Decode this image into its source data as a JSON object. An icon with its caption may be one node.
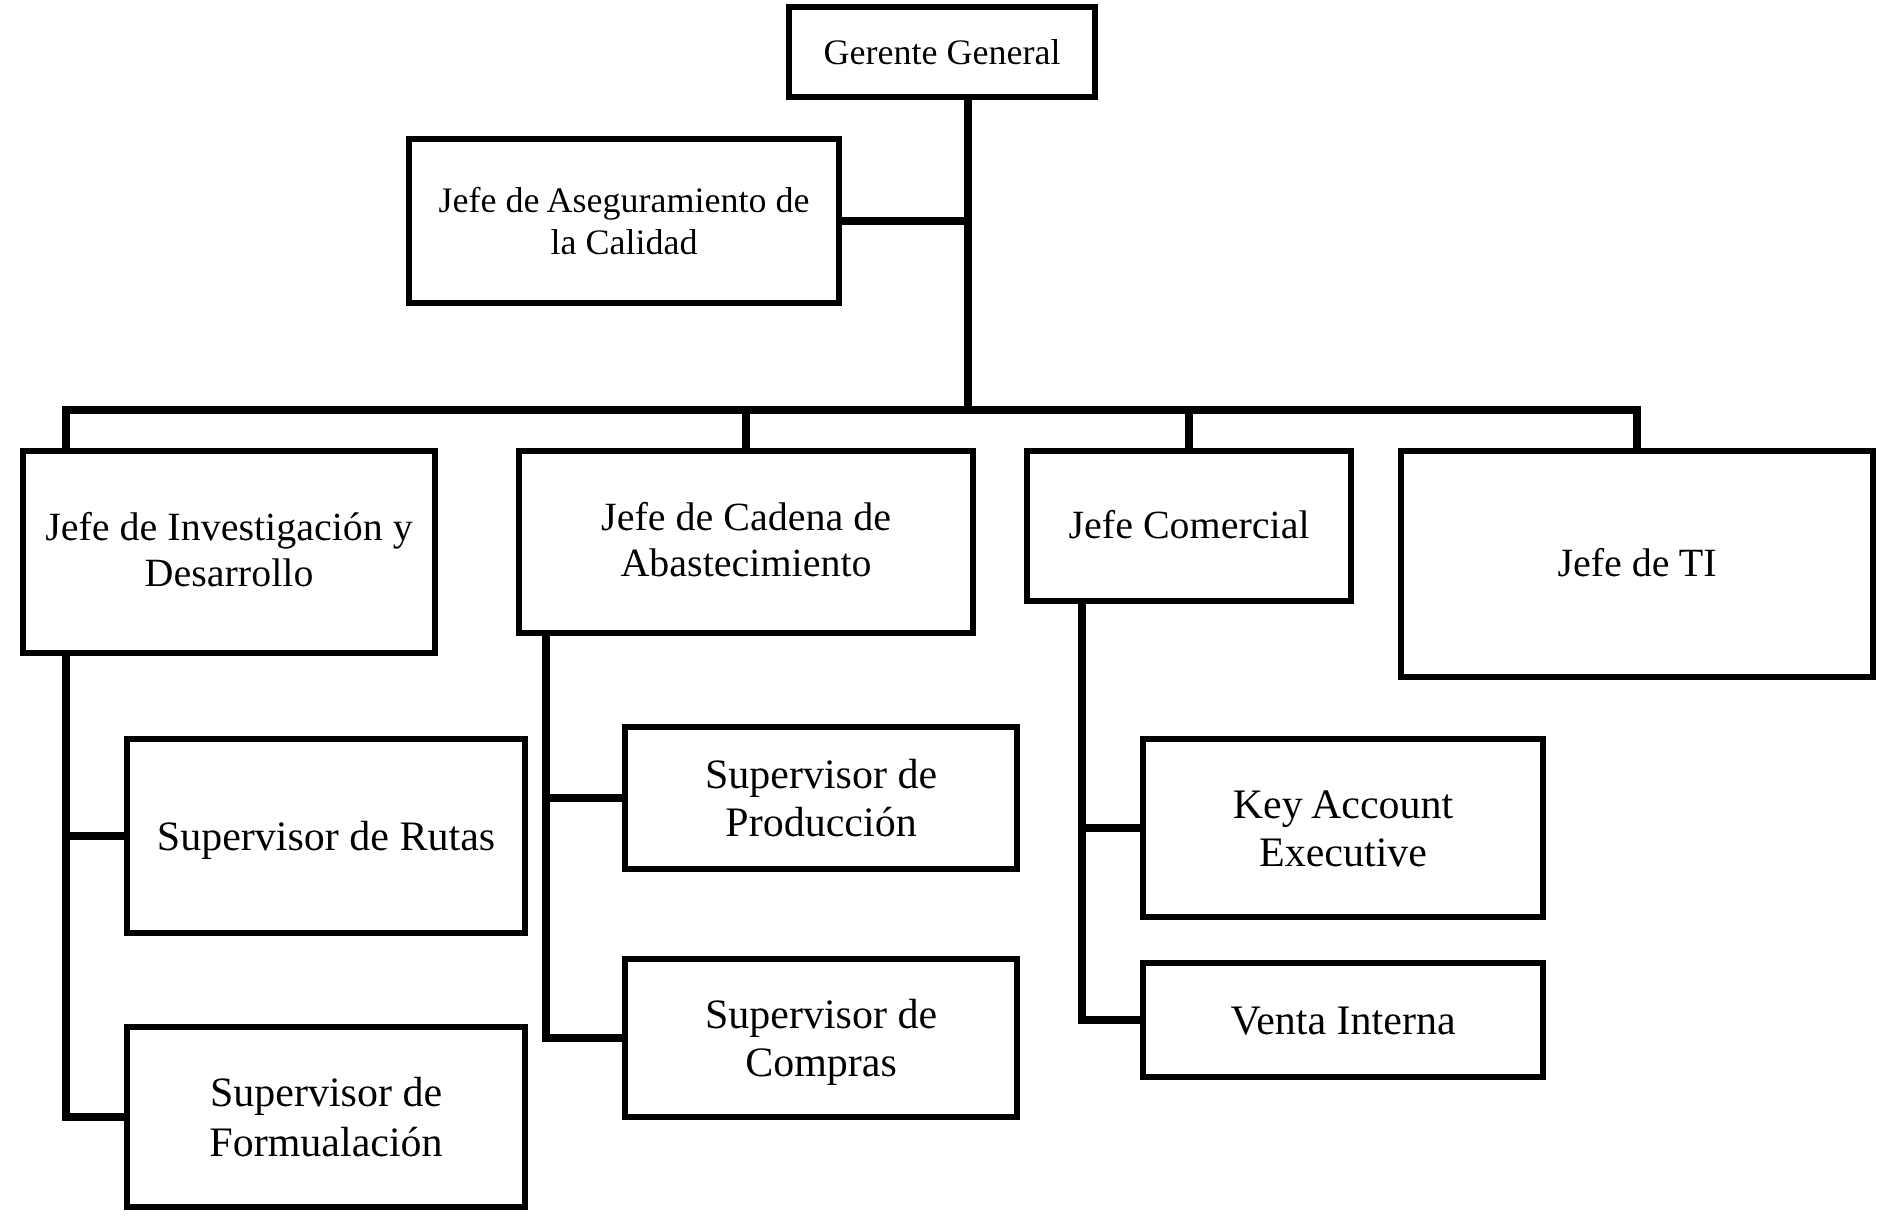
{
  "diagram": {
    "nodes": [
      {
        "text": [
          "Gerente General"
        ]
      },
      {
        "text": [
          "Jefe de Aseguramiento de la Calidad"
        ]
      },
      {
        "text": [
          "Jefe de Investigación y Desarrollo"
        ]
      },
      {
        "text": [
          "Jefe de Cadena de Abastecimiento"
        ]
      },
      {
        "text": [
          "Jefe Comercial"
        ]
      },
      {
        "text": [
          "Jefe de TI"
        ]
      },
      {
        "text": [
          "Supervisor de Rutas"
        ]
      },
      {
        "text": [
          "Supervisor de Formualación"
        ]
      },
      {
        "text": [
          "Supervisor  de Producción"
        ]
      },
      {
        "text": [
          "Supervisor de Compras"
        ]
      },
      {
        "text": [
          "Key Account Executive"
        ]
      },
      {
        "text": [
          "Venta Interna"
        ]
      }
    ],
    "edges": [
      {
        "from": 0,
        "to": 1,
        "arrow": "none"
      },
      {
        "from": 0,
        "to": 2,
        "arrow": "none"
      },
      {
        "from": 0,
        "to": 3,
        "arrow": "none"
      },
      {
        "from": 0,
        "to": 4,
        "arrow": "none"
      },
      {
        "from": 0,
        "to": 5,
        "arrow": "none"
      },
      {
        "from": 2,
        "to": 6,
        "arrow": "none"
      },
      {
        "from": 2,
        "to": 7,
        "arrow": "none"
      },
      {
        "from": 3,
        "to": 8,
        "arrow": "none"
      },
      {
        "from": 3,
        "to": 9,
        "arrow": "none"
      },
      {
        "from": 4,
        "to": 10,
        "arrow": "none"
      },
      {
        "from": 4,
        "to": 11,
        "arrow": "none"
      }
    ]
  }
}
